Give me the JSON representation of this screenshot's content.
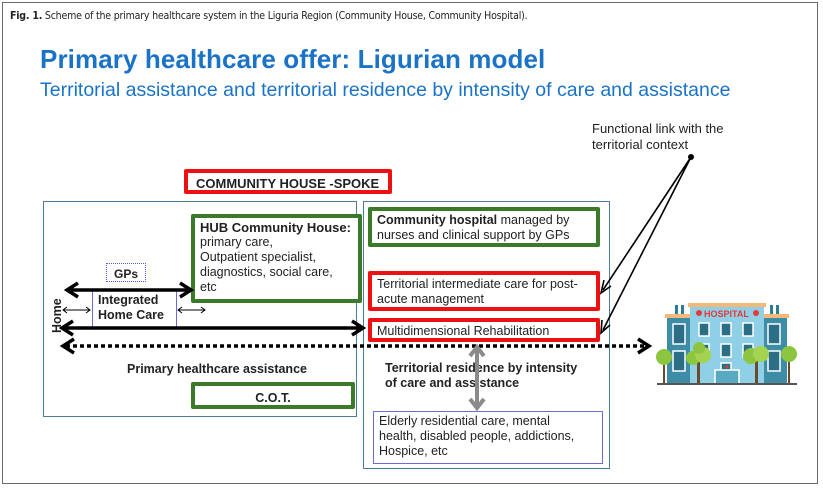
{
  "caption": {
    "label": "Fig. 1.",
    "text": " Scheme of the primary healthcare system in the Liguria Region (Community House, Community Hospital)."
  },
  "title": "Primary healthcare offer: Ligurian model",
  "subtitle": "Territorial assistance and territorial residence by intensity of care and assistance",
  "functional_link": {
    "line1": "Functional link with the",
    "line2": "territorial context"
  },
  "community_house_spoke": "COMMUNITY HOUSE -SPOKE",
  "hub": {
    "heading": "HUB Community House:",
    "lines": [
      "primary care,",
      "Outpatient specialist,",
      "diagnostics, social care,",
      "etc"
    ]
  },
  "gps": "GPs",
  "integrated_home_care": {
    "line1": "Integrated",
    "line2": "Home Care"
  },
  "home": "Home",
  "primary_healthcare_assistance": "Primary healthcare assistance",
  "cot": "C.O.T.",
  "community_hospital": {
    "bold": "Community hospital",
    "rest1": " managed by",
    "line2": "nurses and clinical support by GPs"
  },
  "intermediate_care": {
    "line1": "Territorial intermediate care for post-",
    "line2": "acute management"
  },
  "rehabilitation": "Multidimensional Rehabilitation",
  "territorial_residence": {
    "line1": "Territorial residence by intensity",
    "line2": "of care and assistance"
  },
  "residential_care": {
    "line1": "Elderly residential care, mental",
    "line2": "health, disabled people, addictions,",
    "line3": "Hospice, etc"
  },
  "hospital_image": {
    "sign": "HOSPITAL",
    "icon": "hospital-building-icon"
  },
  "colors": {
    "title_blue": "#1a73c6",
    "red_border": "#ee1111",
    "green_border": "#3b7a2a",
    "panel_border": "#4f7d98",
    "grey_arrow": "#8a8a8a"
  }
}
